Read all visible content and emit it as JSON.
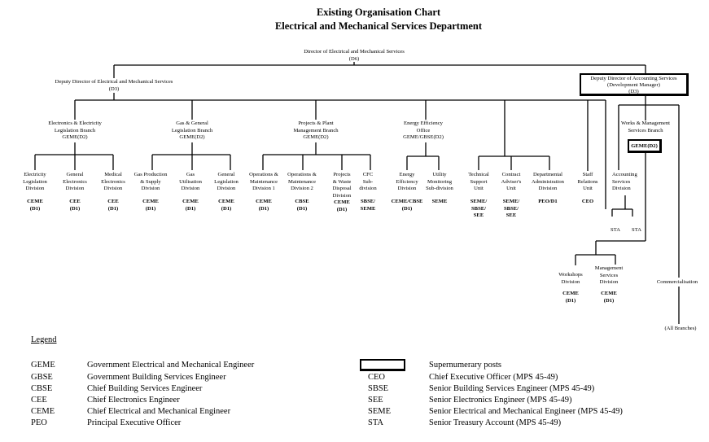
{
  "title": [
    "Existing Organisation Chart",
    "Electrical and Mechanical Services Department"
  ],
  "nodes": {
    "director": {
      "lines": [
        "Director of Electrical and Mechanical Services",
        "(D6)"
      ]
    },
    "dd_ems": {
      "lines": [
        "Deputy Director of Electrical and Mechanical Services",
        "(D3)"
      ]
    },
    "dd_acc": {
      "lines": [
        "Deputy Director of Accounting Services",
        "(Development Manager)",
        "(D3)"
      ],
      "supernumerary": true
    },
    "eel_branch": {
      "lines": [
        "Electronics & Electricity",
        "Legislation Branch",
        "GEME(D2)"
      ]
    },
    "gg_branch": {
      "lines": [
        "Gas & General",
        "Legislation Branch",
        "GEME(D2)"
      ]
    },
    "pp_branch": {
      "lines": [
        "Projects & Plant",
        "Management Branch",
        "GEME(D2)"
      ]
    },
    "ee_office": {
      "lines": [
        "Energy Efficiency",
        "Office",
        "GEME/GBSE(D2)"
      ]
    },
    "wm_branch": {
      "lines": [
        "Works & Management",
        "Services Branch"
      ],
      "code": "GEME(D2)",
      "supernumerary": true
    },
    "el_div": {
      "lines": [
        "Electricity",
        "Legislation",
        "Division"
      ],
      "grade": [
        "CEME",
        "(D1)"
      ]
    },
    "ge_div": {
      "lines": [
        "General",
        "Electronics",
        "Division"
      ],
      "grade": [
        "CEE",
        "(D1)"
      ]
    },
    "me_div": {
      "lines": [
        "Medical",
        "Electronics",
        "Division"
      ],
      "grade": [
        "CEE",
        "(D1)"
      ]
    },
    "gp_div": {
      "lines": [
        "Gas Production",
        "& Supply",
        "Division"
      ],
      "grade": [
        "CEME",
        "(D1)"
      ]
    },
    "gu_div": {
      "lines": [
        "Gas",
        "Utilisation",
        "Division"
      ],
      "grade": [
        "CEME",
        "(D1)"
      ]
    },
    "gl_div": {
      "lines": [
        "General",
        "Legislation",
        "Division"
      ],
      "grade": [
        "CEME",
        "(D1)"
      ]
    },
    "om1_div": {
      "lines": [
        "Operations &",
        "Maintenance",
        "Division 1"
      ],
      "grade": [
        "CEME",
        "(D1)"
      ]
    },
    "om2_div": {
      "lines": [
        "Operations &",
        "Maintenance",
        "Division 2"
      ],
      "grade": [
        "CBSE",
        "(D1)"
      ]
    },
    "pw_div": {
      "lines": [
        "Projects",
        "& Waste",
        "Disposal",
        "Division"
      ],
      "grade": [
        "CEME",
        "(D1)"
      ]
    },
    "cfc_div": {
      "lines": [
        "CFC",
        "Sub-",
        "division"
      ],
      "grade": [
        "SBSE/",
        "SEME"
      ]
    },
    "eed_div": {
      "lines": [
        "Energy",
        "Efficiency",
        "Division"
      ],
      "grade": [
        "CEME/CBSE",
        "(D1)"
      ]
    },
    "ums_div": {
      "lines": [
        "Utility",
        "Monitoring",
        "Sub-division"
      ],
      "grade": [
        "SEME"
      ]
    },
    "tsu_div": {
      "lines": [
        "Technical",
        "Support",
        "Unit"
      ],
      "grade": [
        "SEME/",
        "SBSE/",
        "SEE"
      ]
    },
    "cau_div": {
      "lines": [
        "Contract",
        "Adviser's",
        "Unit"
      ],
      "grade": [
        "SEME/",
        "SBSE/",
        "SEE"
      ]
    },
    "dad_div": {
      "lines": [
        "Departmental",
        "Administration",
        "Division"
      ],
      "grade": [
        "PEO/D1"
      ]
    },
    "sru_div": {
      "lines": [
        "Staff",
        "Relations",
        "Unit"
      ],
      "grade": [
        "CEO"
      ]
    },
    "asd_div": {
      "lines": [
        "Accounting",
        "Services",
        "Division"
      ]
    },
    "sta_1": {
      "lines": [
        "STA"
      ]
    },
    "sta_2": {
      "lines": [
        "STA"
      ]
    },
    "ws_div": {
      "lines": [
        "Workshops",
        "Division"
      ],
      "grade": [
        "CEME",
        "(D1)"
      ]
    },
    "ms_div": {
      "lines": [
        "Management",
        "Services",
        "Division"
      ],
      "grade": [
        "CEME",
        "(D1)"
      ]
    },
    "commercialisation": {
      "lines": [
        "Commercialisation"
      ]
    },
    "all_branches": {
      "lines": [
        "(All Branches)"
      ]
    }
  },
  "legend": {
    "title": "Legend",
    "left": [
      {
        "abbr": "GEME",
        "desc": "Government Electrical and Mechanical Engineer"
      },
      {
        "abbr": "GBSE",
        "desc": "Government Building Services Engineer"
      },
      {
        "abbr": "CBSE",
        "desc": "Chief Building Services Engineer"
      },
      {
        "abbr": "CEE",
        "desc": "Chief Electronics Engineer"
      },
      {
        "abbr": "CEME",
        "desc": "Chief Electrical and Mechanical Engineer"
      },
      {
        "abbr": "PEO",
        "desc": "Principal Executive Officer"
      }
    ],
    "box_desc": "Supernumerary posts",
    "right": [
      {
        "abbr": "CEO",
        "desc": "Chief Executive Officer (MPS 45-49)"
      },
      {
        "abbr": "SBSE",
        "desc": "Senior Building Services Engineer (MPS 45-49)"
      },
      {
        "abbr": "SEE",
        "desc": "Senior Electronics Engineer (MPS 45-49)"
      },
      {
        "abbr": "SEME",
        "desc": "Senior Electrical and Mechanical Engineer (MPS 45-49)"
      },
      {
        "abbr": "STA",
        "desc": "Senior Treasury Account (MPS 45-49)"
      }
    ]
  }
}
